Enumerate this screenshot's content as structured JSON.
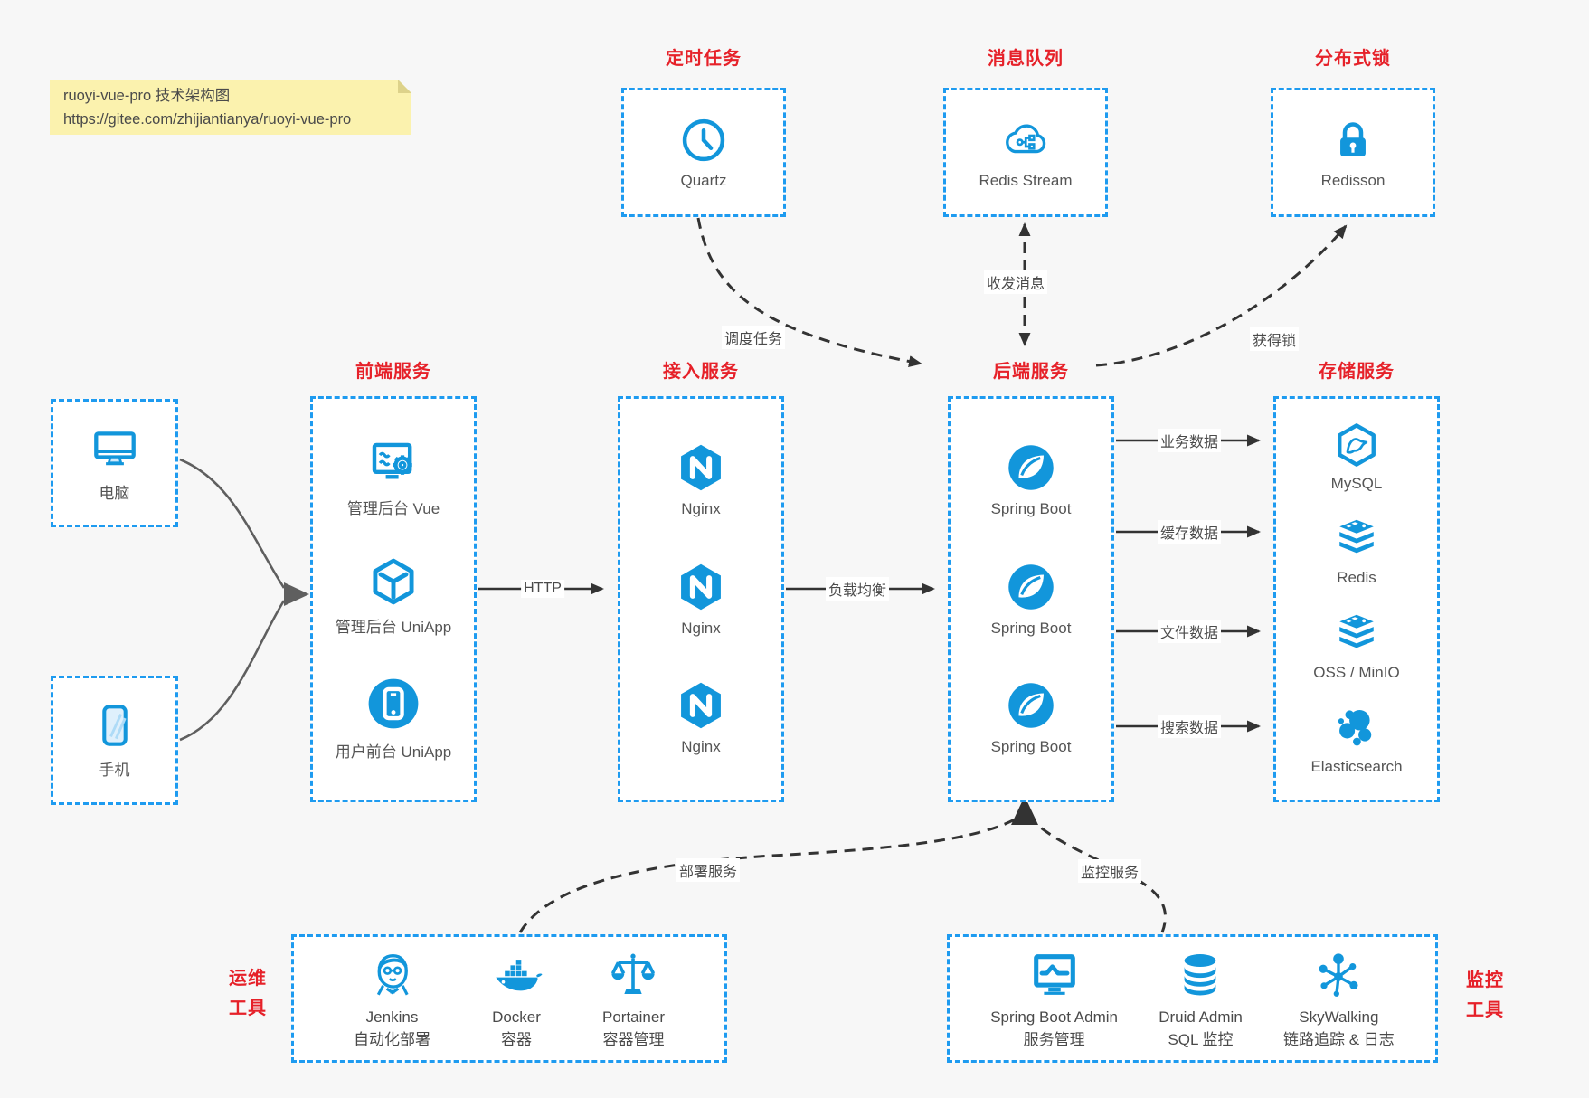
{
  "note": {
    "line1": "ruoyi-vue-pro 技术架构图",
    "line2": "https://gitee.com/zhijiantianya/ruoyi-vue-pro"
  },
  "colors": {
    "icon_blue": "#1296db",
    "border_blue": "#1e9bf0",
    "title_red": "#e62129",
    "note_bg": "#fbf2ae",
    "canvas_bg": "#f7f7f7",
    "arrow_dark": "#333333",
    "arrow_gray": "#5f5f5f"
  },
  "icons": {
    "clock-icon": "clock face (Quartz)",
    "cloud-share-icon": "cloud with share nodes (Redis Stream)",
    "padlock-icon": "padlock (Redisson)",
    "desktop-icon": "desktop monitor",
    "smartphone-icon": "smartphone",
    "admin-vue-icon": "monitor with chart and gear",
    "cube-icon": "3D cube with Y (uni-app)",
    "phone-circle-icon": "phone in filled circle",
    "nginx-icon": "hexagon with N",
    "spring-icon": "circle with leaf",
    "mysql-icon": "hexagon with dolphin",
    "redis-stack-icon": "stacked layers",
    "storage-stack-icon": "stacked layers",
    "elasticsearch-icon": "cluster of blobs",
    "jenkins-icon": "butler head",
    "docker-icon": "whale with containers",
    "portainer-icon": "balance scales",
    "sba-icon": "monitor with trend line",
    "druid-icon": "database cylinders",
    "skywalking-icon": "network node cluster"
  },
  "scheduler": {
    "title": "定时任务",
    "items": [
      {
        "icon": "clock-icon",
        "label": "Quartz"
      }
    ]
  },
  "mq": {
    "title": "消息队列",
    "items": [
      {
        "icon": "cloud-share-icon",
        "label": "Redis Stream"
      }
    ]
  },
  "dlock": {
    "title": "分布式锁",
    "items": [
      {
        "icon": "padlock-icon",
        "label": "Redisson"
      }
    ]
  },
  "clients": {
    "pc": {
      "icon": "desktop-icon",
      "label": "电脑"
    },
    "phone": {
      "icon": "smartphone-icon",
      "label": "手机"
    }
  },
  "frontend": {
    "title": "前端服务",
    "items": [
      {
        "icon": "admin-vue-icon",
        "label": "管理后台 Vue"
      },
      {
        "icon": "cube-icon",
        "label": "管理后台 UniApp"
      },
      {
        "icon": "phone-circle-icon",
        "label": "用户前台 UniApp"
      }
    ]
  },
  "gateway": {
    "title": "接入服务",
    "items": [
      {
        "icon": "nginx-icon",
        "label": "Nginx"
      },
      {
        "icon": "nginx-icon",
        "label": "Nginx"
      },
      {
        "icon": "nginx-icon",
        "label": "Nginx"
      }
    ]
  },
  "backend": {
    "title": "后端服务",
    "items": [
      {
        "icon": "spring-icon",
        "label": "Spring Boot"
      },
      {
        "icon": "spring-icon",
        "label": "Spring Boot"
      },
      {
        "icon": "spring-icon",
        "label": "Spring Boot"
      }
    ]
  },
  "storage": {
    "title": "存储服务",
    "items": [
      {
        "icon": "mysql-icon",
        "label": "MySQL"
      },
      {
        "icon": "redis-stack-icon",
        "label": "Redis"
      },
      {
        "icon": "storage-stack-icon",
        "label": "OSS / MinIO"
      },
      {
        "icon": "elasticsearch-icon",
        "label": "Elasticsearch"
      }
    ]
  },
  "ops": {
    "title_line1": "运维",
    "title_line2": "工具",
    "items": [
      {
        "icon": "jenkins-icon",
        "label": "Jenkins",
        "sublabel": "自动化部署"
      },
      {
        "icon": "docker-icon",
        "label": "Docker",
        "sublabel": "容器"
      },
      {
        "icon": "portainer-icon",
        "label": "Portainer",
        "sublabel": "容器管理"
      }
    ]
  },
  "monitoring": {
    "title_line1": "监控",
    "title_line2": "工具",
    "items": [
      {
        "icon": "sba-icon",
        "label": "Spring Boot Admin",
        "sublabel": "服务管理"
      },
      {
        "icon": "druid-icon",
        "label": "Druid Admin",
        "sublabel": "SQL 监控"
      },
      {
        "icon": "skywalking-icon",
        "label": "SkyWalking",
        "sublabel": "链路追踪 & 日志"
      }
    ]
  },
  "edges": {
    "http": "HTTP",
    "load_balance": "负载均衡",
    "business_data": "业务数据",
    "cache_data": "缓存数据",
    "file_data": "文件数据",
    "search_data": "搜索数据",
    "schedule_job": "调度任务",
    "send_receive_message": "收发消息",
    "acquire_lock": "获得锁",
    "deploy_service": "部署服务",
    "monitor_service": "监控服务"
  }
}
